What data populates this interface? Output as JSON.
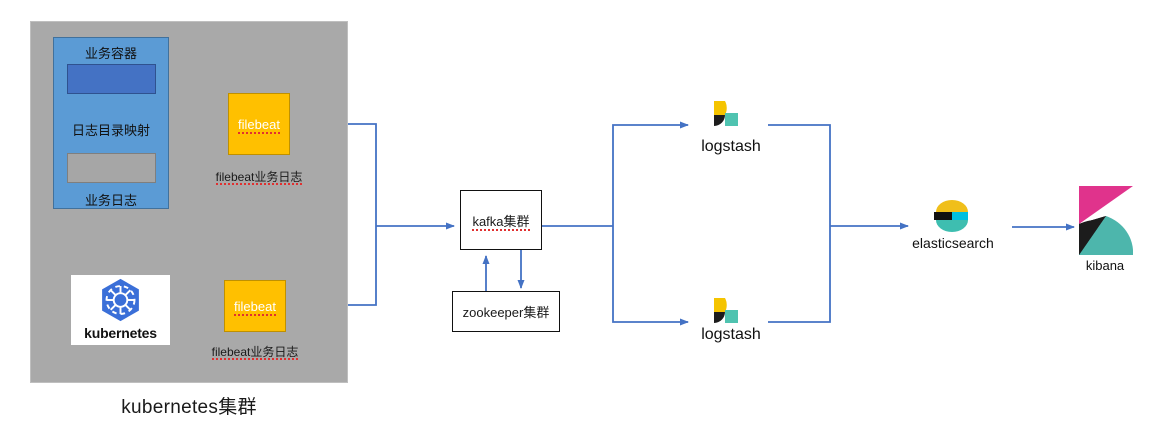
{
  "diagram": {
    "title": "kubernetes + filebeat + kafka + logstash + elasticsearch + kibana logging architecture",
    "accent_line_color": "#4472c4",
    "cluster": {
      "label": "kubernetes集群",
      "background_color": "#a9a9a9"
    },
    "business_container": {
      "title": "业务容器",
      "app_box_color": "#4472c4",
      "mapping_label": "日志目录映射",
      "log_box_color": "#a6a6a6",
      "log_label": "业务日志",
      "background_color": "#5b9bd5"
    },
    "k8s_logo": {
      "wordmark": "kubernetes",
      "color": "#3a6fd8"
    },
    "filebeat": [
      {
        "label": "filebeat",
        "caption": "filebeat业务日志",
        "color": "#ffc000"
      },
      {
        "label": "filebeat",
        "caption": "filebeat业务日志",
        "color": "#ffc000"
      }
    ],
    "kafka": {
      "label": "kafka集群"
    },
    "zookeeper": {
      "label": "zookeeper集群"
    },
    "logstash": [
      {
        "label": "logstash"
      },
      {
        "label": "logstash"
      }
    ],
    "elasticsearch": {
      "label": "elasticsearch"
    },
    "kibana": {
      "label": "kibana"
    },
    "logo_colors": {
      "logstash_yellow": "#f5c400",
      "logstash_black": "#1c1c1c",
      "logstash_teal": "#4fc3b0",
      "es_yellow": "#f0bf1a",
      "es_black": "#111111",
      "es_cyan": "#00bfdf",
      "es_teal": "#3ebeb0",
      "kibana_pink": "#e0338c",
      "kibana_black": "#1c1c1c",
      "kibana_teal": "#4db6ac"
    }
  }
}
